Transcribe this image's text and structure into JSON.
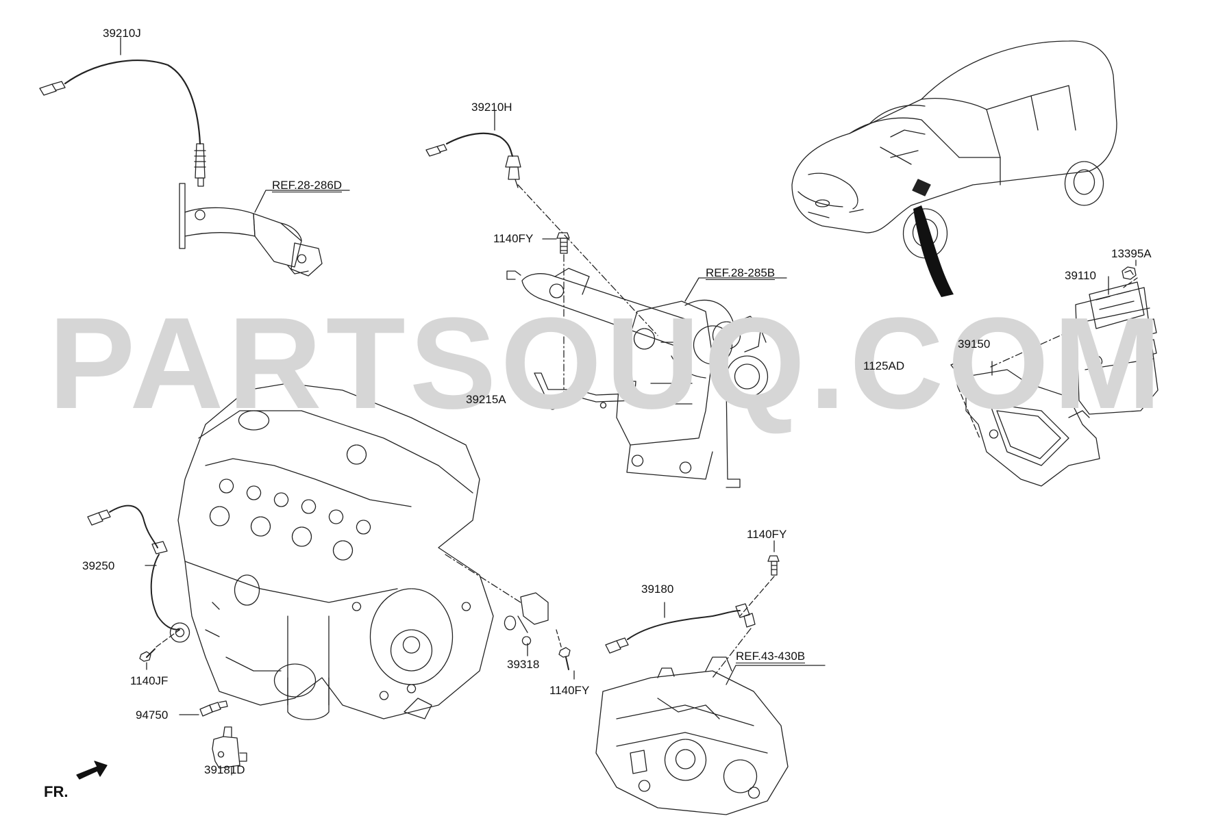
{
  "watermark": "PARTSOUQ.COM",
  "direction_label": "FR.",
  "ref_labels": {
    "r28_286d": "REF.28-286D",
    "r28_285b": "REF.28-285B",
    "r43_430b": "REF.43-430B"
  },
  "part_labels": {
    "p39210j": "39210J",
    "p39210h": "39210H",
    "p1140fy_a": "1140FY",
    "p39215a": "39215A",
    "p13395a": "13395A",
    "p39110": "39110",
    "p39150": "39150",
    "p1125ad": "1125AD",
    "p39250": "39250",
    "p1140jf": "1140JF",
    "p94750": "94750",
    "p39181d": "39181D",
    "p39318": "39318",
    "p1140fy_b": "1140FY",
    "p1140fy_c": "1140FY",
    "p39180": "39180"
  }
}
